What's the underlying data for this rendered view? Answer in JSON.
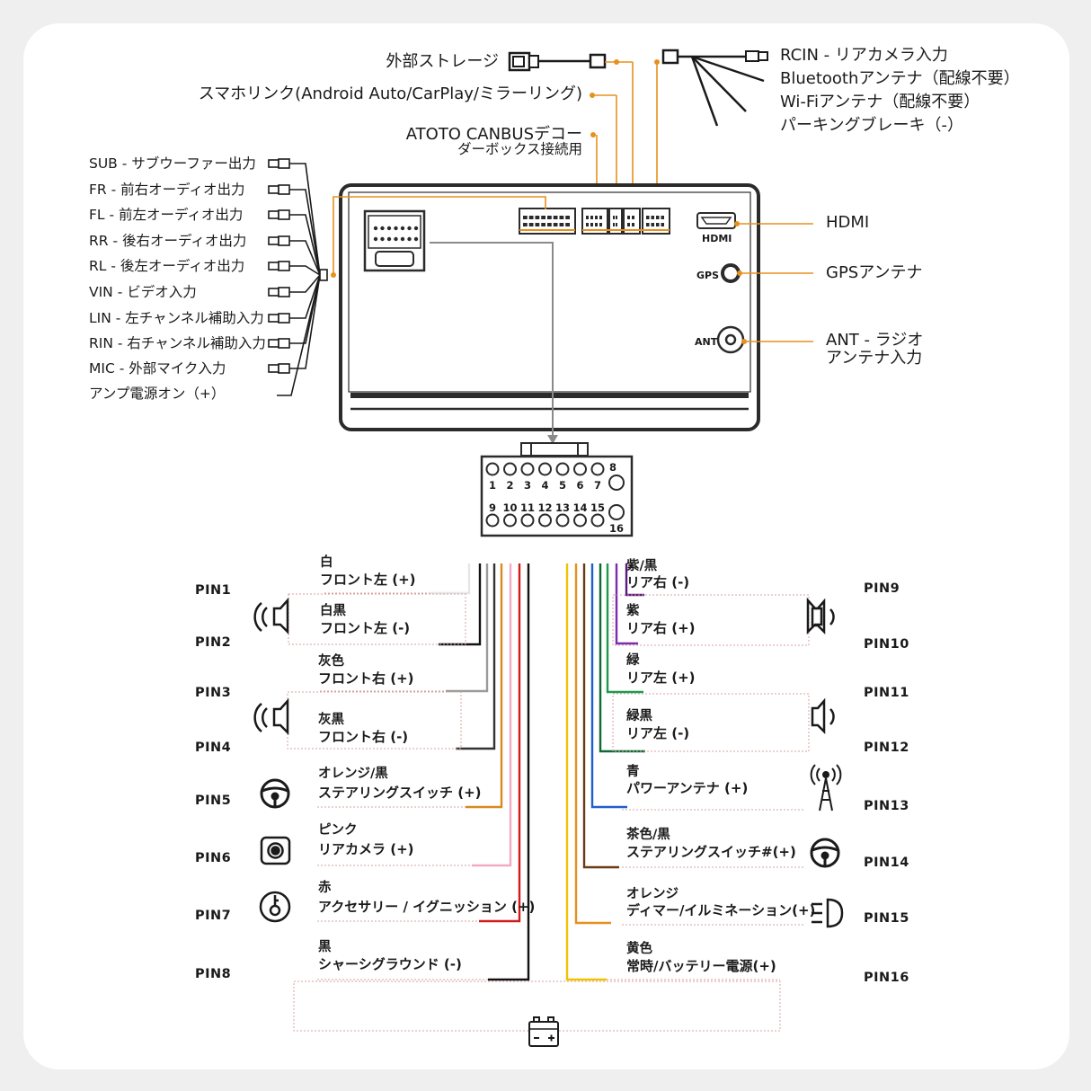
{
  "top_connections": {
    "storage": "外部ストレージ",
    "phonelink": "スマホリンク(Android Auto/CarPlay/ミラーリング)",
    "canbus_line1": "ATOTO CANBUSデコー",
    "canbus_line2": "ダーボックス接続用",
    "rcin": "RCIN - リアカメラ入力",
    "bluetooth": "Bluetoothアンテナ（配線不要）",
    "wifi": "Wi-Fiアンテナ（配線不要）",
    "parking": "パーキングブレーキ（-）"
  },
  "left_rca": [
    "SUB - サブウーファー出力",
    "FR - 前右オーディオ出力",
    "FL - 前左オーディオ出力",
    "RR - 後右オーディオ出力",
    "RL - 後左オーディオ出力",
    "VIN - ビデオ入力",
    "LIN - 左チャンネル補助入力",
    "RIN - 右チャンネル補助入力",
    "MIC - 外部マイク入力",
    "アンプ電源オン（+）"
  ],
  "right_ports": {
    "hdmi_port": "HDMI",
    "hdmi_label": "HDMI",
    "gps_port": "GPS",
    "gps_label": "GPSアンテナ",
    "ant_port": "ANT",
    "ant_label_line1": "ANT - ラジオ",
    "ant_label_line2": "アンテナ入力"
  },
  "connector_pins": {
    "top_row": [
      "1",
      "2",
      "3",
      "4",
      "5",
      "6",
      "7"
    ],
    "pin8": "8",
    "bottom_row": [
      "9",
      "10",
      "11",
      "12",
      "13",
      "14",
      "15"
    ],
    "pin16": "16"
  },
  "left_pins": [
    {
      "pin": "PIN1",
      "color_name": "白",
      "function": "フロント左 (+)",
      "color": "#e6e6e6"
    },
    {
      "pin": "PIN2",
      "color_name": "白黒",
      "function": "フロント左 (-)",
      "color": "#111111"
    },
    {
      "pin": "PIN3",
      "color_name": "灰色",
      "function": "フロント右 (+)",
      "color": "#9a9a9a"
    },
    {
      "pin": "PIN4",
      "color_name": "灰黒",
      "function": "フロント右 (-)",
      "color": "#333333"
    },
    {
      "pin": "PIN5",
      "color_name": "オレンジ/黒",
      "function": "ステアリングスイッチ (+)",
      "color": "#d98a1e"
    },
    {
      "pin": "PIN6",
      "color_name": "ピンク",
      "function": "リアカメラ (+)",
      "color": "#f2a9c4"
    },
    {
      "pin": "PIN7",
      "color_name": "赤",
      "function": "アクセサリー / イグニッション (+)",
      "color": "#d11a1a"
    },
    {
      "pin": "PIN8",
      "color_name": "黒",
      "function": "シャーシグラウンド (-)",
      "color": "#111111"
    }
  ],
  "right_pins": [
    {
      "pin": "PIN9",
      "color_name": "紫/黒",
      "function": "リア右 (-)",
      "color": "#5a1a80"
    },
    {
      "pin": "PIN10",
      "color_name": "紫",
      "function": "リア右 (+)",
      "color": "#7a2bb0"
    },
    {
      "pin": "PIN11",
      "color_name": "緑",
      "function": "リア左 (+)",
      "color": "#1e9a4a"
    },
    {
      "pin": "PIN12",
      "color_name": "緑黒",
      "function": "リア左 (-)",
      "color": "#0f6a36"
    },
    {
      "pin": "PIN13",
      "color_name": "青",
      "function": "パワーアンテナ (+)",
      "color": "#1f5fcc"
    },
    {
      "pin": "PIN14",
      "color_name": "茶色/黒",
      "function": "ステアリングスイッチ#(+)",
      "color": "#6b3a14"
    },
    {
      "pin": "PIN15",
      "color_name": "オレンジ",
      "function": "ディマー/イルミネーション(+)",
      "color": "#e8901e"
    },
    {
      "pin": "PIN16",
      "color_name": "黄色",
      "function": "常時/バッテリー電源(+)",
      "color": "#f2c200"
    }
  ],
  "colors": {
    "accent_orange": "#e8901e",
    "dotted_red": "#d8a0a0",
    "unit_outline": "#2b2b2b"
  },
  "icons": {
    "speaker": "speaker-icon",
    "steering": "steering-wheel-icon",
    "camera": "camera-icon",
    "key": "ignition-key-icon",
    "antenna": "antenna-icon",
    "headlight": "headlight-icon",
    "battery": "battery-icon"
  }
}
